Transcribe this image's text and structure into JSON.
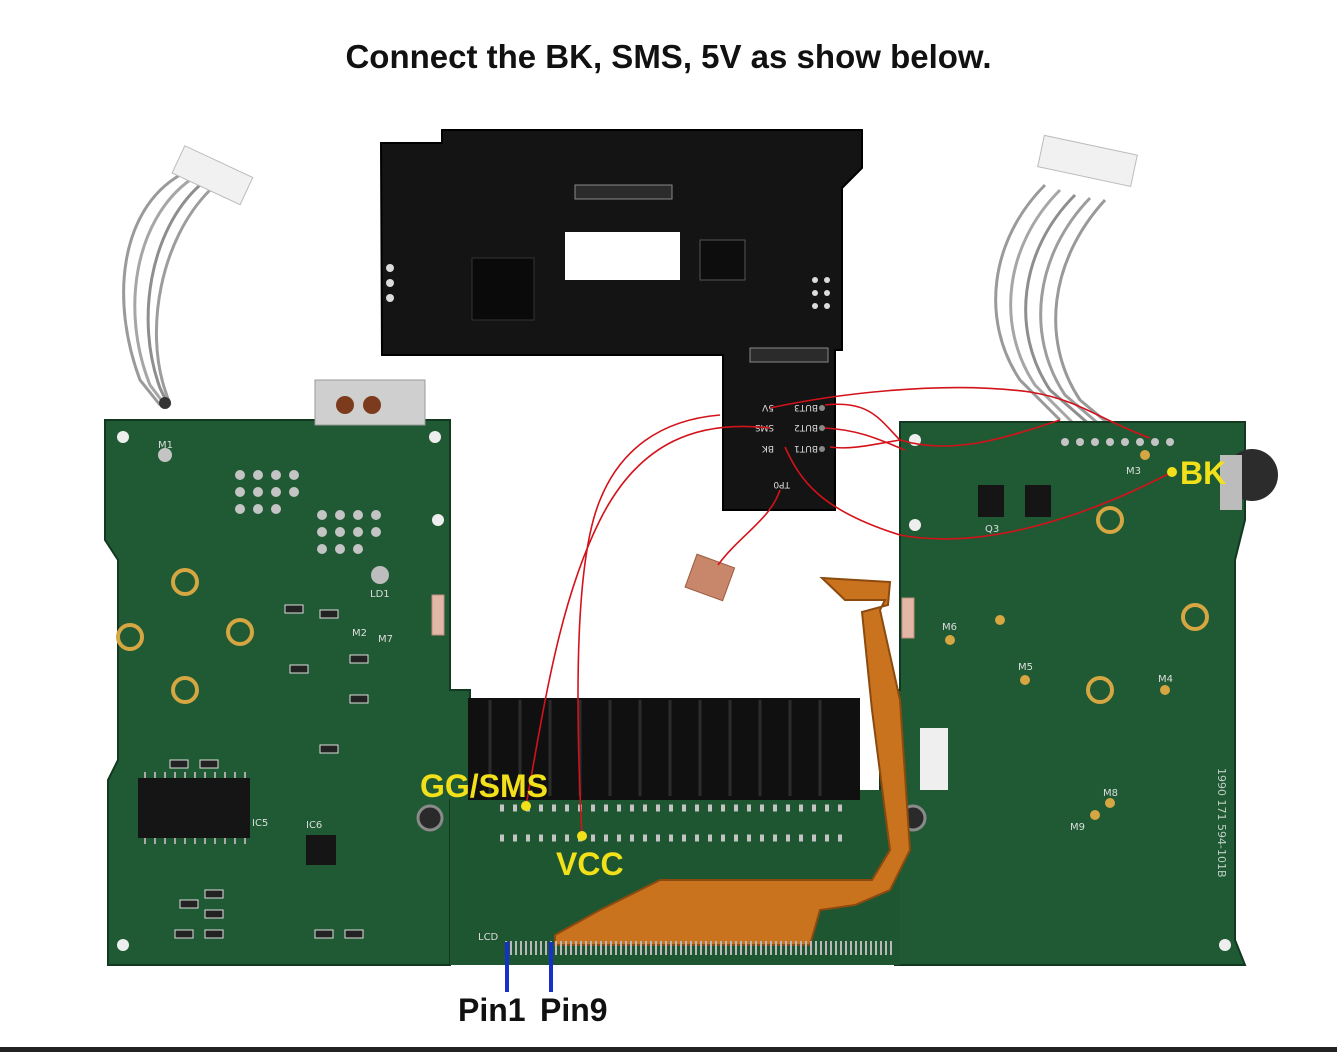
{
  "title": "Connect the BK, SMS, 5V as show below.",
  "labels": {
    "bk": "BK",
    "gg_sms": "GG/SMS",
    "vcc": "VCC",
    "pin1": "Pin1",
    "pin9": "Pin9"
  },
  "adapter_pads": {
    "but3": "BUT3",
    "five_v": "5V",
    "but2": "BUT2",
    "sms": "SMS",
    "but1": "BUT1",
    "bk": "BK",
    "tp0": "TP0"
  },
  "board_silkscreen": {
    "lcd": "LCD",
    "m1": "M1",
    "m2": "M2",
    "m3": "M3",
    "m4": "M4",
    "m5": "M5",
    "m6": "M6",
    "m7": "M7",
    "m8": "M8",
    "m9": "M9",
    "ld1": "LD1",
    "ic5": "IC5",
    "ic6": "IC6",
    "q3": "Q3",
    "serial": "1990 171 594-101B"
  },
  "colors": {
    "background": "#ffffff",
    "pcb_green": "#1f5a34",
    "adapter_black": "#141414",
    "wire_red": "#d3121a",
    "highlight_yellow": "#f2e11a",
    "pin_marker_blue": "#1631c9",
    "flex_orange": "#c9731e"
  }
}
